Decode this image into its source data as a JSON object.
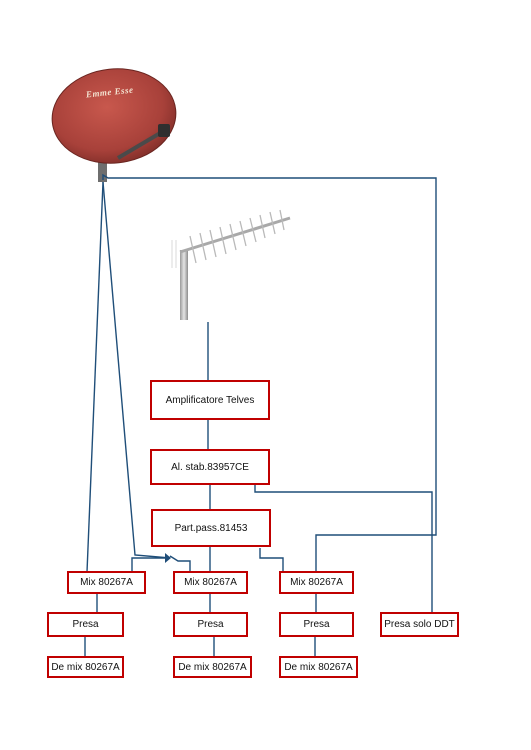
{
  "dish": {
    "brand": "Emme Esse",
    "color": "#b0463c"
  },
  "colors": {
    "box_border": "#c00000",
    "wire": "#1f4e79"
  },
  "boxes": {
    "amplifier": "Amplificatore Telves",
    "power_supply": "Al. stab.83957CE",
    "splitter": "Part.pass.81453",
    "mix1": "Mix 80267A",
    "mix2": "Mix 80267A",
    "mix3": "Mix 80267A",
    "outlet1": "Presa",
    "outlet2": "Presa",
    "outlet3": "Presa",
    "outlet_ddt": "Presa solo DDT",
    "demix1": "De mix 80267A",
    "demix2": "De mix 80267A",
    "demix3": "De mix 80267A"
  }
}
